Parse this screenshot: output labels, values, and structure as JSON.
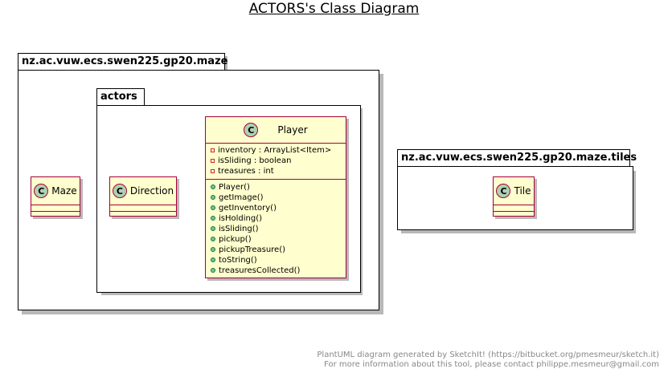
{
  "title": "ACTORS's Class Diagram",
  "packages": {
    "maze": {
      "name": "nz.ac.vuw.ecs.swen225.gp20.maze"
    },
    "actors": {
      "name": "actors"
    },
    "tiles": {
      "name": "nz.ac.vuw.ecs.swen225.gp20.maze.tiles"
    }
  },
  "classes": {
    "maze": {
      "name": "Maze",
      "icon": "C"
    },
    "direction": {
      "name": "Direction",
      "icon": "C"
    },
    "tile": {
      "name": "Tile",
      "icon": "C"
    },
    "player": {
      "name": "Player",
      "icon": "C",
      "attributes": [
        "inventory : ArrayList<Item>",
        "isSliding : boolean",
        "treasures : int"
      ],
      "methods": [
        "Player()",
        "getImage()",
        "getInventory()",
        "isHolding()",
        "isSliding()",
        "pickup()",
        "pickupTreasure()",
        "toString()",
        "treasuresCollected()"
      ]
    }
  },
  "footer": {
    "line1": "PlantUML diagram generated by SketchIt! (https://bitbucket.org/pmesmeur/sketch.it)",
    "line2": "For more information about this tool, please contact philippe.mesmeur@gmail.com"
  },
  "colors": {
    "class_fill": "#FEFECE",
    "class_border": "#A80036",
    "class_icon": "#ADD1B2",
    "private_marker": "#C82930",
    "public_marker": "#84BE84"
  }
}
